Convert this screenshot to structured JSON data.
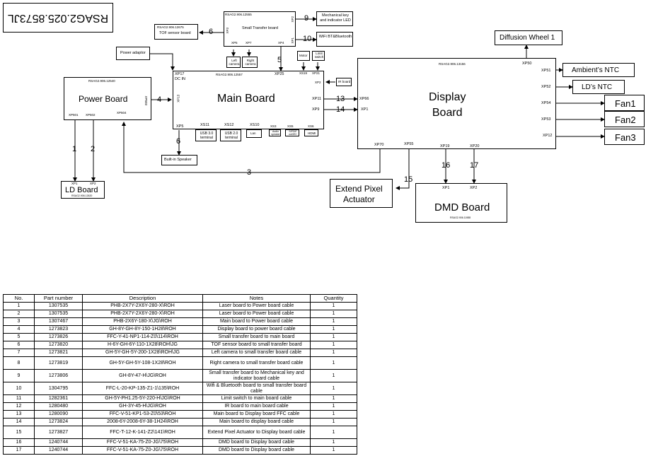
{
  "code_box": "RSAG2.025.8573JL",
  "boards": {
    "tof": {
      "code": "RSAG2.906.12675",
      "name": "TOF sensor board"
    },
    "small_transfer": {
      "code": "RSAG2.906.12555",
      "name": "Small Transfer board",
      "pins": [
        "XP3",
        "XP2",
        "XP1",
        "XP5",
        "XP7",
        "XP4"
      ]
    },
    "mech_key": {
      "name": "Mechanical key and indicator LED"
    },
    "wifi": {
      "name": "WiFi BT&Bluetooth"
    },
    "left_camera": {
      "name": "Left camera"
    },
    "right_camera": {
      "name": "Right camera"
    },
    "power_adaptor": {
      "name": "Power adaptor"
    },
    "motor": {
      "name": "Motor"
    },
    "limit_switch": {
      "name": "Limit switch"
    },
    "ir_board": {
      "name": "IR board"
    },
    "main": {
      "code": "RSAG2.906.12557",
      "name": "Main Board",
      "pins": [
        "XP17",
        "DC IN",
        "XP25",
        "XS19",
        "XP21",
        "XP2",
        "XP11",
        "XP9",
        "XP5",
        "XS11",
        "XS12",
        "XS10",
        "XS3",
        "XS5",
        "XS6",
        "XP19",
        "XP13"
      ]
    },
    "usb3": {
      "name": "USB 3.0 terminal"
    },
    "usb2": {
      "name": "USB 2.0 terminal"
    },
    "lan": {
      "name": "Lan"
    },
    "audio": {
      "name": "Audio speaker"
    },
    "spdif": {
      "name": "S/PDIF out/IEC"
    },
    "hdmi": {
      "name": "HDMI"
    },
    "speaker": {
      "name": "Built-in Speaker"
    },
    "power": {
      "code": "RSAG2.906.12540",
      "name": "Power Board",
      "pins": [
        "XP503",
        "XP501",
        "XP502",
        "XP504",
        "XP13"
      ]
    },
    "ld": {
      "code": "RSAG2.906.12620",
      "name": "LD Board",
      "pins": [
        "XP1",
        "XP2"
      ]
    },
    "display": {
      "code": "RSAG2.906.13156",
      "name": "Display\nBoard",
      "pins": [
        "XP50",
        "XP51",
        "XP52",
        "XP54",
        "XP53",
        "XP12",
        "XP66",
        "XP1",
        "XP70",
        "XP55",
        "XP19",
        "XP20"
      ]
    },
    "diffusion": {
      "name": "Diffusion Wheel 1"
    },
    "ambient_ntc": {
      "name": "Ambient’s NTC"
    },
    "ld_ntc": {
      "name": "LD’s NTC"
    },
    "fan1": {
      "name": "Fan1"
    },
    "fan2": {
      "name": "Fan2"
    },
    "fan3": {
      "name": "Fan3"
    },
    "extend": {
      "name": "Extend Pixel\nActuator"
    },
    "dmd": {
      "code": "RSAG2.906.11988",
      "name": "DMD Board",
      "pins": [
        "XP1",
        "XP2"
      ]
    }
  },
  "wire_labels": [
    "1",
    "2",
    "3",
    "4",
    "5",
    "6",
    "6",
    "9",
    "10",
    "13",
    "14",
    "15",
    "16",
    "17"
  ],
  "table": {
    "headers": [
      "No.",
      "Part number",
      "Description",
      "Notes",
      "Quantity"
    ],
    "rows": [
      [
        "1",
        "1307535",
        "PHB-2X7Y-2X6Y-280-X\\ROH",
        "Laser board to Power board cable",
        "1"
      ],
      [
        "2",
        "1307535",
        "PHB-2X7Y-2X6Y-280-X\\ROH",
        "Laser board to Power board cable",
        "1"
      ],
      [
        "3",
        "1307467",
        "PHB-2X6Y-180-X\\JG\\ROH",
        "Main board to Power board cable",
        "1"
      ],
      [
        "4",
        "1273823",
        "GH-8Y-GH-8Y-150-1H28\\ROH",
        "Display board to power board cable",
        "1"
      ],
      [
        "5",
        "1273826",
        "FFC-Y-41-NP1-114-Z0\\114\\ROH",
        "Small transfer board to main board",
        "1"
      ],
      [
        "6",
        "1273820",
        "H-6Y-GH-6Y-110-1X28\\ROH\\JG",
        "TOF sensor board to small transfer board",
        "1"
      ],
      [
        "7",
        "1273821",
        "GH-5Y-GH-5Y-200-1X28\\ROH\\JG",
        "Left camera to small transfer board cable",
        "1"
      ],
      [
        "8",
        "1273819",
        "GH-5Y-GH-5Y-108-1X28\\ROH",
        "Right camera to small transfer board cable",
        "1"
      ],
      [
        "9",
        "1273806",
        "GH-8Y-47-H\\JG\\ROH",
        "Small transfer board to Mechanical key and indicator board cable",
        "1"
      ],
      [
        "10",
        "1304795",
        "FFC-L-20-KP-135-Z1-1\\135\\ROH",
        "Wifi & Bluetooth board to small transfer board cable",
        "1"
      ],
      [
        "11",
        "1282361",
        "GH-5Y-PH1.25-5Y-220-H\\JG\\ROH",
        "Limit switch to main board cable",
        "1"
      ],
      [
        "12",
        "1280480",
        "GH-3Y-45-H\\JG\\ROH",
        "IR board to main board cable",
        "1"
      ],
      [
        "13",
        "1280090",
        "FFC-V-51-KP1-53-Z0\\53\\ROH",
        "Main board to Display board FFC cable",
        "1"
      ],
      [
        "14",
        "1273824",
        "2008-6Y-2008-6Y-38-1H24\\ROH",
        "Main board to display board cable",
        "1"
      ],
      [
        "15",
        "1273827",
        "FFC-T-12-K-141-Z2\\141\\ROH",
        "Extend Pixel Actuator to Display board cable",
        "1"
      ],
      [
        "16",
        "1240744",
        "FFC-V-51-KA-75-Z0-JG\\75\\ROH",
        "DMD board to Display board cable",
        "1"
      ],
      [
        "17",
        "1240744",
        "FFC-V-51-KA-75-Z0-JG\\75\\ROH",
        "DMD board to Display board cable",
        "1"
      ]
    ]
  }
}
